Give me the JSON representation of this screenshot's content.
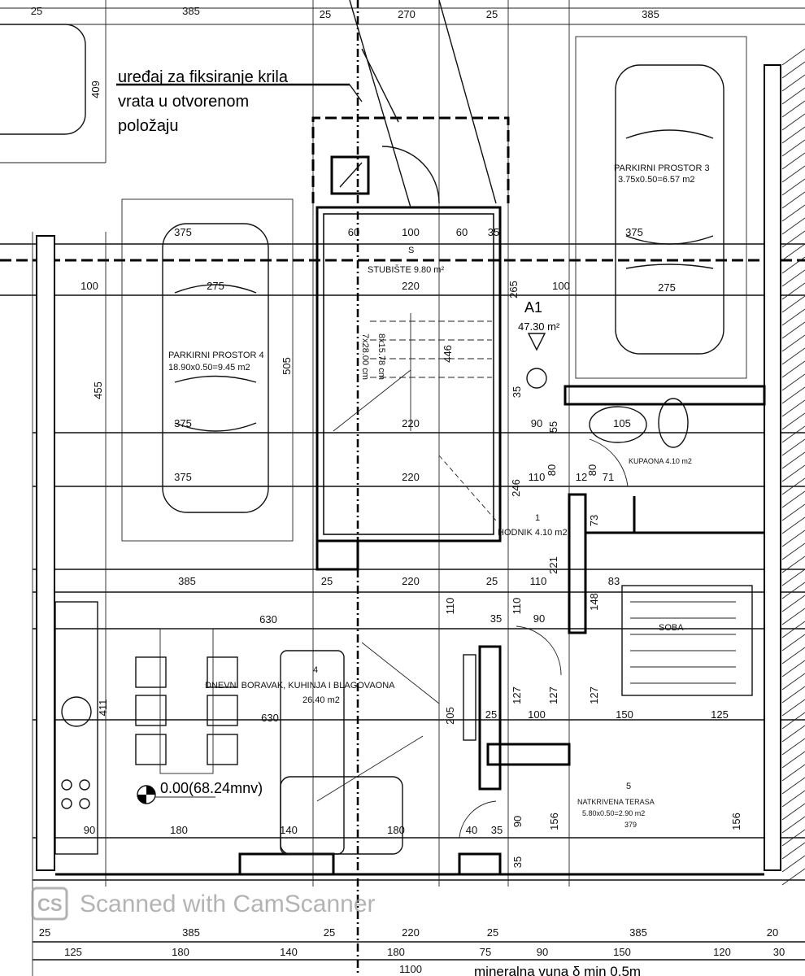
{
  "annotation": {
    "line1": "uređaj za fiksiranje krila",
    "line2": "vrata u otvorenom",
    "line3": "položaju"
  },
  "rooms": {
    "parking4": {
      "title": "PARKIRNI PROSTOR 4",
      "area": "18.90x0.50=9.45 m2"
    },
    "parking3": {
      "title": "PARKIRNI PROSTOR 3",
      "area": "3.75x0.50=6.57 m2"
    },
    "stairs": {
      "title": "STUBIŠTE 9.80 m²",
      "mark": "S",
      "steps": "8x15.78 cm",
      "tread": "7x28.00 cm"
    },
    "apartment": {
      "id": "A1",
      "area": "47.30 m²"
    },
    "hall": {
      "number": "1",
      "title": "HODNIK 4.10 m2"
    },
    "bathroom": {
      "title": "KUPAONA 4.10 m2"
    },
    "bedroom": {
      "title": "SOBA"
    },
    "living": {
      "number": "4",
      "title": "DNEVNI BORAVAK, KUHINJA I BLAGOVAONA",
      "area": "26.40 m2"
    },
    "terrace": {
      "number": "5",
      "title": "NATKRIVENA TERASA",
      "area": "5.80x0.50=2.90 m2",
      "dim": "379"
    }
  },
  "level": "0.00(68.24mnv)",
  "insulation_note": "mineralna vuna δ min 0.5m",
  "watermark": {
    "logo": "CS",
    "text": "Scanned with CamScanner"
  },
  "dimensions": [
    "25",
    "385",
    "25",
    "270",
    "25",
    "385",
    "409",
    "375",
    "60",
    "100",
    "60",
    "35",
    "375",
    "100",
    "275",
    "220",
    "100",
    "275",
    "265",
    "455",
    "505",
    "446",
    "375",
    "220",
    "375",
    "220",
    "35",
    "90",
    "55",
    "105",
    "110",
    "80",
    "12",
    "80",
    "71",
    "246",
    "73",
    "221",
    "385",
    "25",
    "220",
    "25",
    "110",
    "83",
    "630",
    "110",
    "110",
    "35",
    "90",
    "148",
    "411",
    "630",
    "205",
    "127",
    "127",
    "127",
    "25",
    "100",
    "150",
    "125",
    "90",
    "180",
    "140",
    "180",
    "40",
    "35",
    "156",
    "156",
    "90",
    "35",
    "25",
    "385",
    "25",
    "220",
    "25",
    "385",
    "20",
    "125",
    "180",
    "140",
    "180",
    "75",
    "90",
    "150",
    "120",
    "30",
    "1100"
  ]
}
